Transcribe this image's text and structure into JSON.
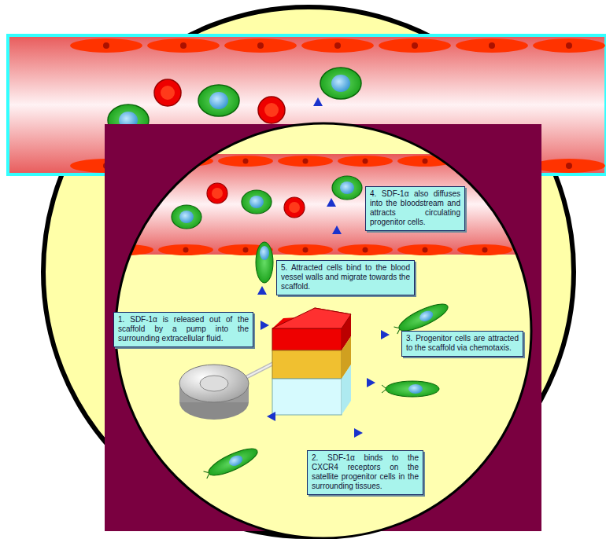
{
  "diagram": {
    "nodes": [
      {
        "text": [
          "4. SDF-1α also diffuses into the bloodstream and attracts circulating progenitor cells."
        ]
      },
      {
        "text": [
          "5. Attracted cells bind to the blood vessel walls and migrate towards the scaffold."
        ]
      },
      {
        "text": [
          "1. SDF-1α is released out of the scaffold by a pump into the surrounding extracellular fluid."
        ]
      },
      {
        "text": [
          "3. Progenitor cells are attracted to the scaffold via chemotaxis."
        ]
      },
      {
        "text": [
          "2. SDF-1α binds to the CXCR4 receptors on the satellite progenitor cells in the surrounding tissues."
        ]
      }
    ]
  }
}
